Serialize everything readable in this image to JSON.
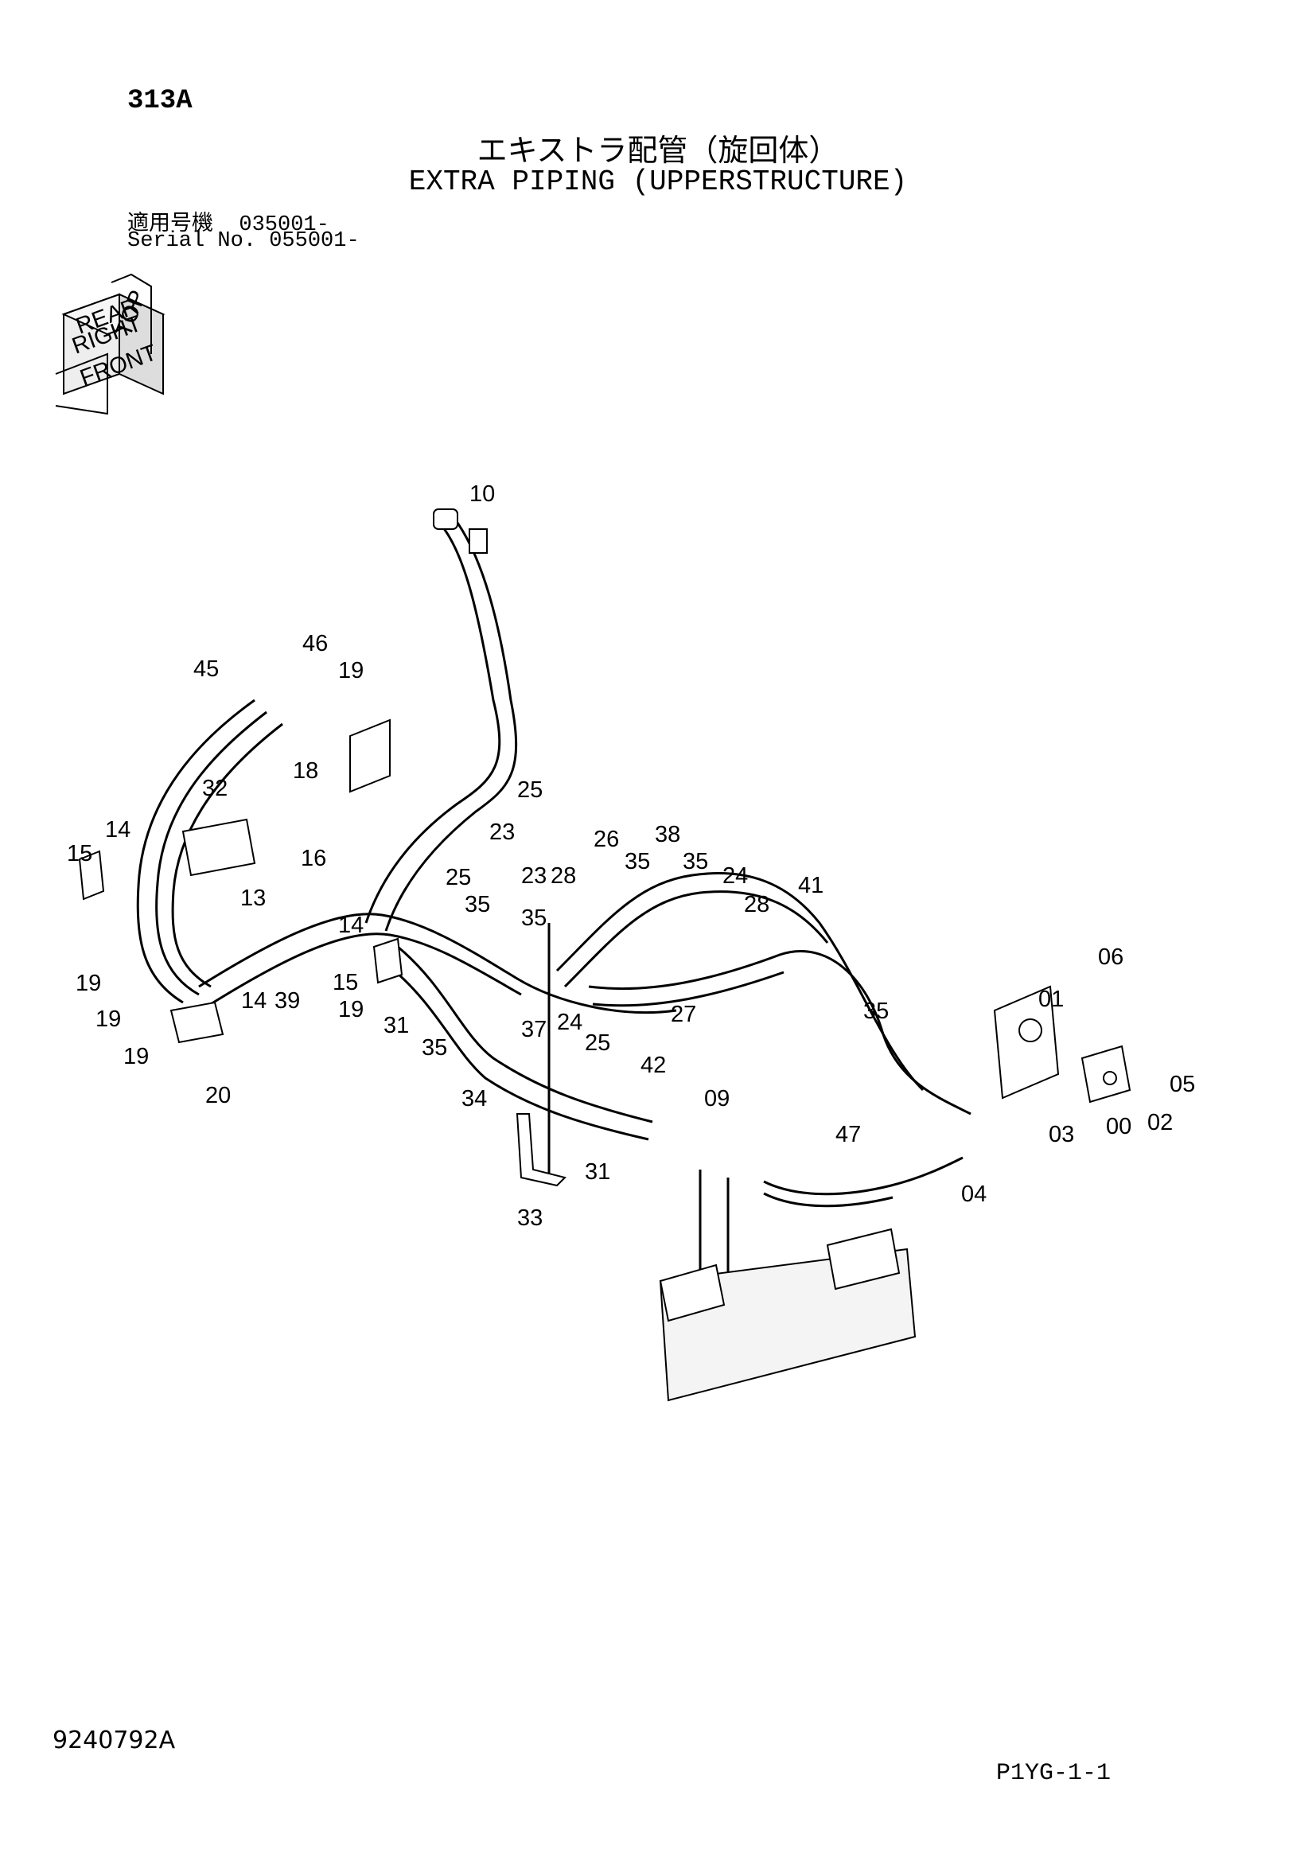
{
  "header": {
    "page_number": "313A",
    "title_jp": "エキストラ配管（旋回体）",
    "title_en": "EXTRA PIPING (UPPERSTRUCTURE)",
    "serial_jp": "適用号機  035001-",
    "serial_en": "Serial No. 055001-"
  },
  "orientation_icon": {
    "labels": [
      "TOP",
      "REAR",
      "RIGHT",
      "FRONT"
    ]
  },
  "part_labels": [
    "10",
    "46",
    "45",
    "19",
    "18",
    "25",
    "23",
    "32",
    "14",
    "15",
    "16",
    "13",
    "25",
    "35",
    "26",
    "38",
    "35",
    "35",
    "24",
    "23",
    "28",
    "28",
    "41",
    "35",
    "19",
    "14",
    "39",
    "14",
    "15",
    "19",
    "31",
    "35",
    "37",
    "24",
    "25",
    "27",
    "42",
    "01",
    "06",
    "35",
    "19",
    "19",
    "20",
    "34",
    "09",
    "05",
    "00",
    "02",
    "03",
    "47",
    "31",
    "33",
    "04"
  ],
  "footer": {
    "doc_code": "9240792A",
    "sheet_code": "P1YG-1-1"
  }
}
